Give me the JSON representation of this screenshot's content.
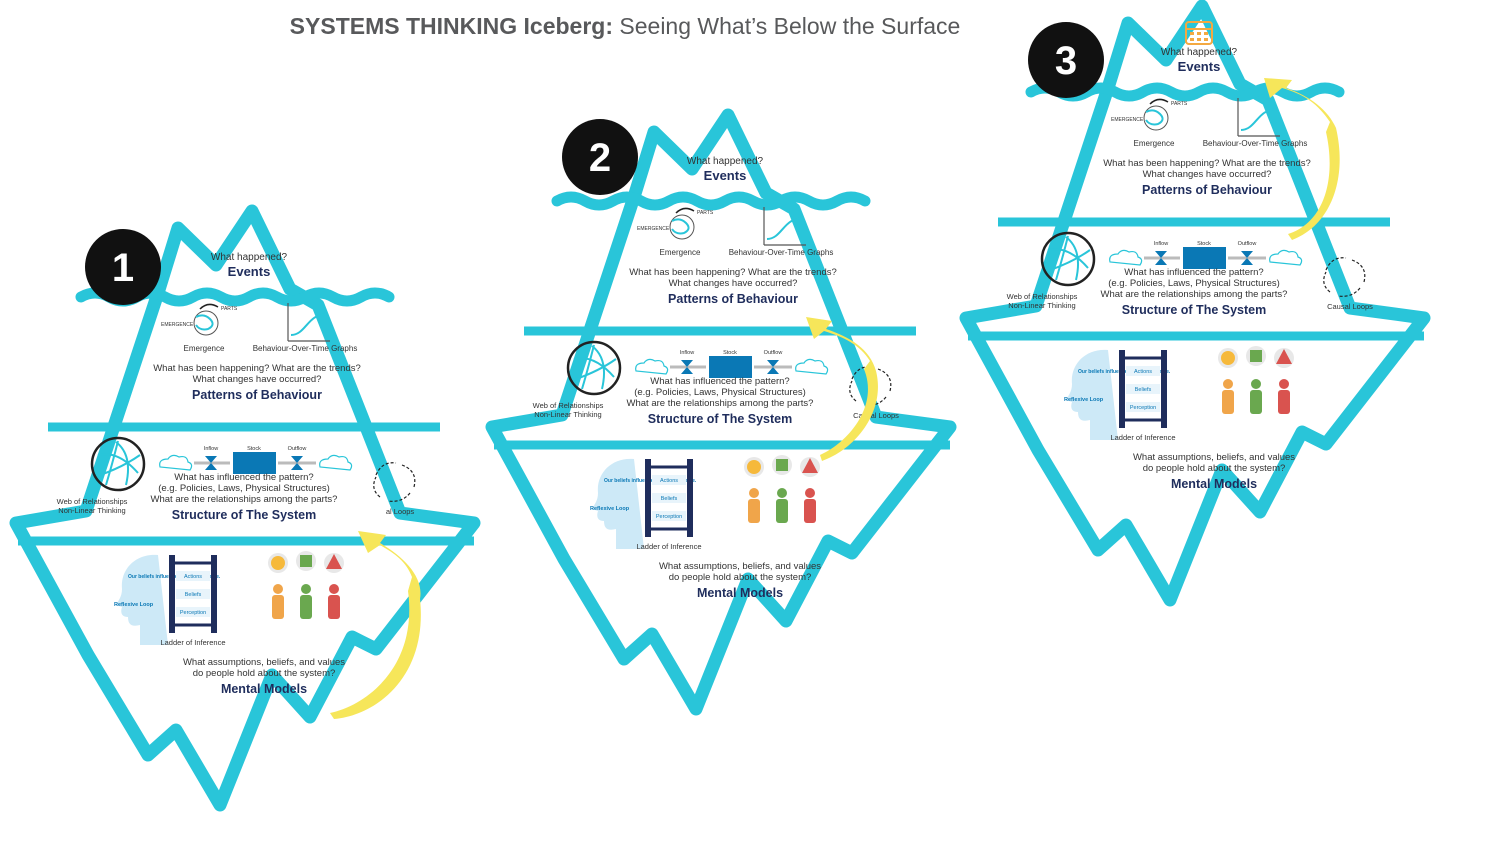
{
  "title": {
    "bold": "SYSTEMS THINKING Iceberg:",
    "rest": " Seeing What’s Below the Surface"
  },
  "icebergs": [
    {
      "number": "1",
      "events": {
        "question": "What happened?",
        "heading": "Events",
        "icon": ""
      },
      "patterns": {
        "label_emergence": "Emergence",
        "label_graph": "Behaviour-Over-Time Graphs",
        "parts_label": "PARTS",
        "emergence_label": "EMERGENCE",
        "question_1": "What has been happening? What are the trends?",
        "question_2": "What changes have occurred?",
        "heading": "Patterns of Behaviour"
      },
      "structure": {
        "web_label_1": "Web of Relationships",
        "web_label_2": "Non-Linear Thinking",
        "inflow": "Inflow",
        "stock": "Stock",
        "outflow": "Outflow",
        "causal": "al Loops",
        "question_1": "What has influenced the pattern?",
        "question_2": "(e.g. Policies, Laws, Physical Structures)",
        "question_3": "What are the relationships among the parts?",
        "heading": "Structure of The System"
      },
      "mental": {
        "beliefs_text": "Our beliefs influence what we observe.",
        "reflexive": "Reflexive Loop",
        "actions": "Actions",
        "beliefs": "Beliefs",
        "perception": "Perception",
        "ladder_label": "Ladder of Inference",
        "question_1": "What assumptions, beliefs, and values",
        "question_2": "do people hold about the system?",
        "heading": "Mental Models"
      },
      "arrow_target": "Structure of The System"
    },
    {
      "number": "2",
      "events": {
        "question": "What happened?",
        "heading": "Events",
        "icon": ""
      },
      "patterns": {
        "label_emergence": "Emergence",
        "label_graph": "Behaviour-Over-Time Graphs",
        "parts_label": "PARTS",
        "emergence_label": "EMERGENCE",
        "question_1": "What has been happening? What are the trends?",
        "question_2": "What changes have occurred?",
        "heading": "Patterns of Behaviour"
      },
      "structure": {
        "web_label_1": "Web of Relationships",
        "web_label_2": "Non-Linear Thinking",
        "inflow": "Inflow",
        "stock": "Stock",
        "outflow": "Outflow",
        "causal": "Causal Loops",
        "question_1": "What has influenced the pattern?",
        "question_2": "(e.g. Policies, Laws, Physical Structures)",
        "question_3": "What are the relationships among the parts?",
        "heading": "Structure of The System"
      },
      "mental": {
        "beliefs_text": "Our beliefs influence what we observe.",
        "reflexive": "Reflexive Loop",
        "actions": "Actions",
        "beliefs": "Beliefs",
        "perception": "Perception",
        "ladder_label": "Ladder of Inference",
        "question_1": "What assumptions, beliefs, and values",
        "question_2": "do people hold about the system?",
        "heading": "Mental Models"
      },
      "arrow_target": "Patterns of Behaviour"
    },
    {
      "number": "3",
      "events": {
        "question": "What happened?",
        "heading": "Events",
        "icon": "calendar-icon"
      },
      "patterns": {
        "label_emergence": "Emergence",
        "label_graph": "Behaviour-Over-Time Graphs",
        "parts_label": "PARTS",
        "emergence_label": "EMERGENCE",
        "question_1": "What has been happening? What are the trends?",
        "question_2": "What changes have occurred?",
        "heading": "Patterns of Behaviour"
      },
      "structure": {
        "web_label_1": "Web of Relationships",
        "web_label_2": "Non-Linear Thinking",
        "inflow": "Inflow",
        "stock": "Stock",
        "outflow": "Outflow",
        "causal": "Causal Loops",
        "question_1": "What has influenced the pattern?",
        "question_2": "(e.g. Policies, Laws, Physical Structures)",
        "question_3": "What are the relationships among the parts?",
        "heading": "Structure of The System"
      },
      "mental": {
        "beliefs_text": "Our beliefs influence what we observe.",
        "reflexive": "Reflexive Loop",
        "actions": "Actions",
        "beliefs": "Beliefs",
        "perception": "Perception",
        "ladder_label": "Ladder of Inference",
        "question_1": "What assumptions, beliefs, and values",
        "question_2": "do people hold about the system?",
        "heading": "Mental Models"
      },
      "arrow_target": "Events"
    }
  ],
  "colors": {
    "iceberg": "#29c5d9",
    "heading": "#1f2d5c",
    "arrow": "#f6e65a",
    "stock": "#0a78b5",
    "badge": "#111111",
    "calendar": "#f4a941"
  }
}
